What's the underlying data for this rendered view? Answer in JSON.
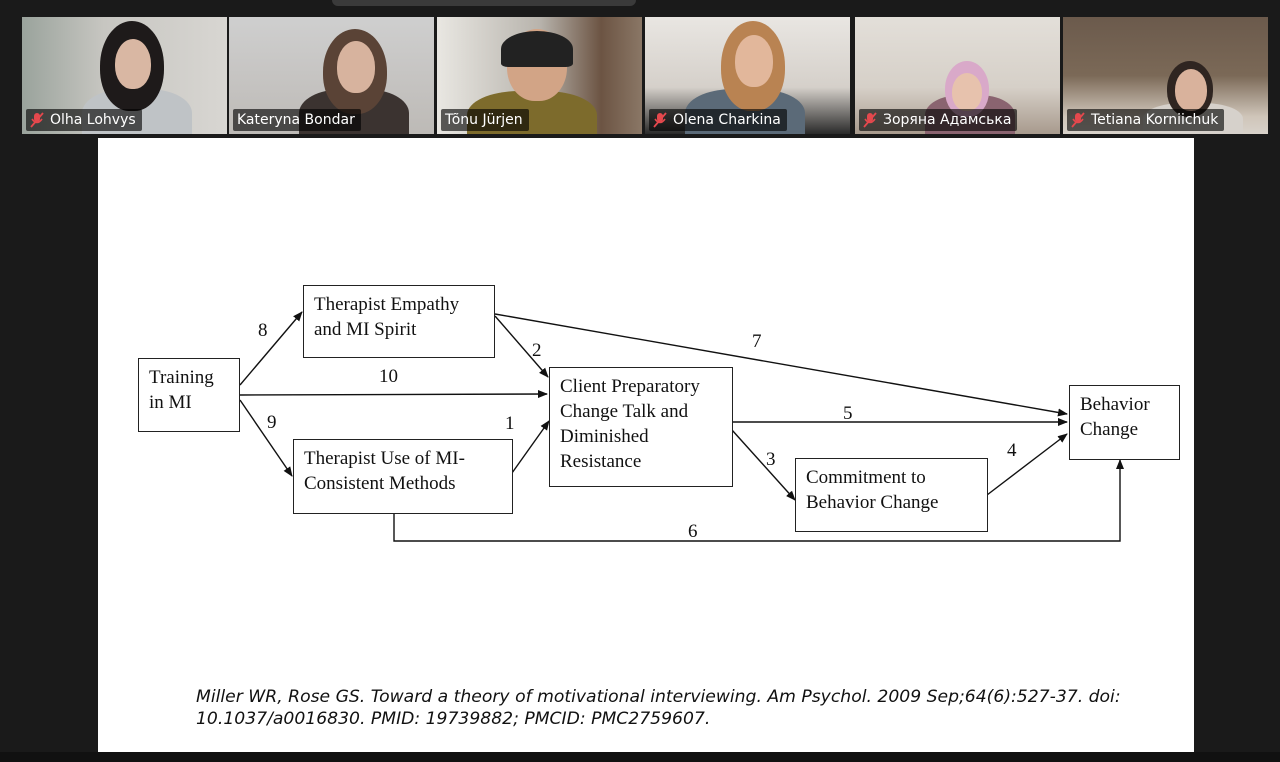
{
  "participants": [
    {
      "name": "Olha Lohvys",
      "muted": true,
      "active": false
    },
    {
      "name": "Kateryna Bondar",
      "muted": false,
      "active": true
    },
    {
      "name": "Tõnu Jürjen",
      "muted": false,
      "active": false
    },
    {
      "name": "Olena Charkina",
      "muted": true,
      "active": false
    },
    {
      "name": "Зоряна Адамська",
      "muted": true,
      "active": false
    },
    {
      "name": "Tetiana Korniichuk",
      "muted": true,
      "active": false
    }
  ],
  "colors": {
    "active_speaker": "#2bdc7a",
    "muted_mic": "#e5484d",
    "background": "#1a1a1a"
  },
  "slide": {
    "nodes": {
      "training": [
        "Training",
        "in MI"
      ],
      "empathy": [
        "Therapist Empathy",
        "and MI Spirit"
      ],
      "methods": [
        "Therapist Use of MI-",
        "Consistent Methods"
      ],
      "client": [
        "Client Preparatory",
        "Change Talk and",
        "Diminished",
        "Resistance"
      ],
      "commitment": [
        "Commitment to",
        "Behavior Change"
      ],
      "behavior": [
        "Behavior",
        "Change"
      ]
    },
    "edge_labels": {
      "e1": "1",
      "e2": "2",
      "e3": "3",
      "e4": "4",
      "e5": "5",
      "e6": "6",
      "e7": "7",
      "e8": "8",
      "e9": "9",
      "e10": "10"
    },
    "citation": "Miller WR, Rose GS. Toward a theory of motivational interviewing. Am Psychol. 2009 Sep;64(6):527-37. doi: 10.1037/a0016830. PMID: 19739882; PMCID: PMC2759607."
  }
}
